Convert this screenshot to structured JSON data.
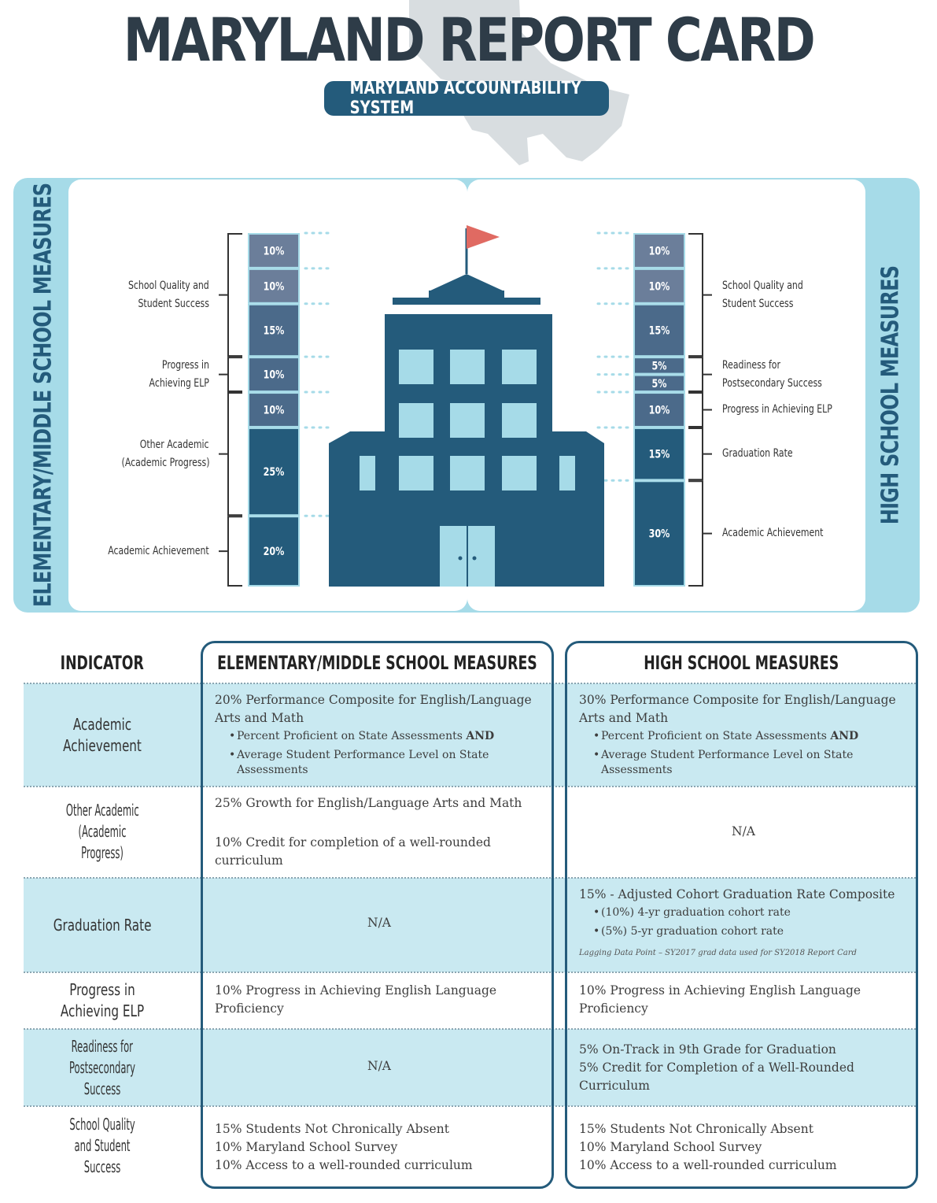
{
  "header": {
    "title": "MARYLAND REPORT CARD",
    "subtitle": "MARYLAND ACCOUNTABILITY SYSTEM"
  },
  "colors": {
    "primary": "#245b7b",
    "panel_border": "#a6dbe8",
    "row_shade": "#c9e9f1",
    "bar_light": "#6b7e9a",
    "bar_mid": "#4b6a8a",
    "bar_dark": "#245b7b",
    "flag": "#e06a62",
    "window": "#a6dbe8",
    "map": "#d8dde0"
  },
  "chart": {
    "left_label": "ELEMENTARY/MIDDLE SCHOOL MEASURES",
    "right_label": "HIGH SCHOOL MEASURES",
    "icons": [
      "school-building-icon",
      "flag-icon",
      "maryland-map-icon"
    ]
  },
  "chart_data": [
    {
      "type": "bar",
      "stacked": true,
      "series_label": "ELEMENTARY/MIDDLE SCHOOL MEASURES",
      "segments": [
        {
          "label": "10%",
          "value": 10,
          "shade": "light"
        },
        {
          "label": "10%",
          "value": 10,
          "shade": "light"
        },
        {
          "label": "15%",
          "value": 15,
          "shade": "mid"
        },
        {
          "label": "10%",
          "value": 10,
          "shade": "mid"
        },
        {
          "label": "10%",
          "value": 10,
          "shade": "mid"
        },
        {
          "label": "25%",
          "value": 25,
          "shade": "dark"
        },
        {
          "label": "20%",
          "value": 20,
          "shade": "dark"
        }
      ],
      "groups": [
        {
          "name": "School Quality and|Student Success",
          "from": 0,
          "to": 2
        },
        {
          "name": "Progress in|Achieving ELP",
          "from": 3,
          "to": 3
        },
        {
          "name": "Other Academic|(Academic Progress)",
          "from": 4,
          "to": 5
        },
        {
          "name": "Academic Achievement",
          "from": 6,
          "to": 6
        }
      ]
    },
    {
      "type": "bar",
      "stacked": true,
      "series_label": "HIGH SCHOOL MEASURES",
      "segments": [
        {
          "label": "10%",
          "value": 10,
          "shade": "light"
        },
        {
          "label": "10%",
          "value": 10,
          "shade": "light"
        },
        {
          "label": "15%",
          "value": 15,
          "shade": "mid"
        },
        {
          "label": "5%",
          "value": 5,
          "shade": "mid"
        },
        {
          "label": "5%",
          "value": 5,
          "shade": "mid"
        },
        {
          "label": "10%",
          "value": 10,
          "shade": "mid"
        },
        {
          "label": "15%",
          "value": 15,
          "shade": "dark"
        },
        {
          "label": "30%",
          "value": 30,
          "shade": "dark"
        }
      ],
      "groups": [
        {
          "name": "School Quality and|Student Success",
          "from": 0,
          "to": 2
        },
        {
          "name": "Readiness for|Postsecondary Success",
          "from": 3,
          "to": 4
        },
        {
          "name": "Progress in Achieving ELP",
          "from": 5,
          "to": 5
        },
        {
          "name": "Graduation Rate",
          "from": 6,
          "to": 6
        },
        {
          "name": "Academic Achievement",
          "from": 7,
          "to": 7
        }
      ]
    }
  ],
  "table": {
    "headers": {
      "indicator": "INDICATOR",
      "ems": "ELEMENTARY/MIDDLE SCHOOL MEASURES",
      "hs": "HIGH SCHOOL MEASURES"
    },
    "rows": {
      "academic_achievement": {
        "indicator": "Academic Achievement",
        "ems": {
          "main": "20% Performance Composite for English/Language Arts and Math",
          "b1_text": "Percent Proficient on State Assessments ",
          "b1_bold": "AND",
          "b2": "Average Student Performance Level on State Assessments"
        },
        "hs": {
          "main": "30% Performance Composite for English/Language Arts and Math",
          "b1_text": "Percent Proficient on State Assessments ",
          "b1_bold": "AND",
          "b2": "Average Student Performance Level on State Assessments"
        }
      },
      "other_academic": {
        "indicator_l1": "Other Academic",
        "indicator_l2": "(Academic Progress)",
        "ems": {
          "line1": "25% Growth for English/Language Arts and Math",
          "line2": "10% Credit for completion of a well-rounded curriculum"
        },
        "hs": {
          "na": "N/A"
        }
      },
      "graduation_rate": {
        "indicator": "Graduation Rate",
        "ems": {
          "na": "N/A"
        },
        "hs": {
          "main": "15% - Adjusted Cohort Graduation Rate Composite",
          "b1": "(10%) 4-yr graduation cohort rate",
          "b2": "(5%) 5-yr graduation cohort rate",
          "note": "Lagging Data Point – SY2017 grad data used for SY2018 Report Card"
        }
      },
      "progress_elp": {
        "indicator": "Progress in Achieving ELP",
        "ems": {
          "main": "10% Progress in Achieving English Language Proficiency"
        },
        "hs": {
          "main": "10% Progress in Achieving English Language Proficiency"
        }
      },
      "readiness": {
        "indicator_l1": "Readiness for",
        "indicator_l2": "Postsecondary Success",
        "ems": {
          "na": "N/A"
        },
        "hs": {
          "line1": "5% On-Track in 9th Grade for Graduation",
          "line2": "5% Credit for Completion of a Well-Rounded Curriculum"
        }
      },
      "school_quality": {
        "indicator_l1": "School Quality",
        "indicator_l2": "and Student Success",
        "ems": {
          "line1": "15% Students Not Chronically Absent",
          "line2": "10% Maryland School Survey",
          "line3": "10% Access to a well-rounded curriculum"
        },
        "hs": {
          "line1": "15% Students Not Chronically Absent",
          "line2": "10% Maryland School Survey",
          "line3": "10% Access to a well-rounded curriculum"
        }
      }
    }
  }
}
